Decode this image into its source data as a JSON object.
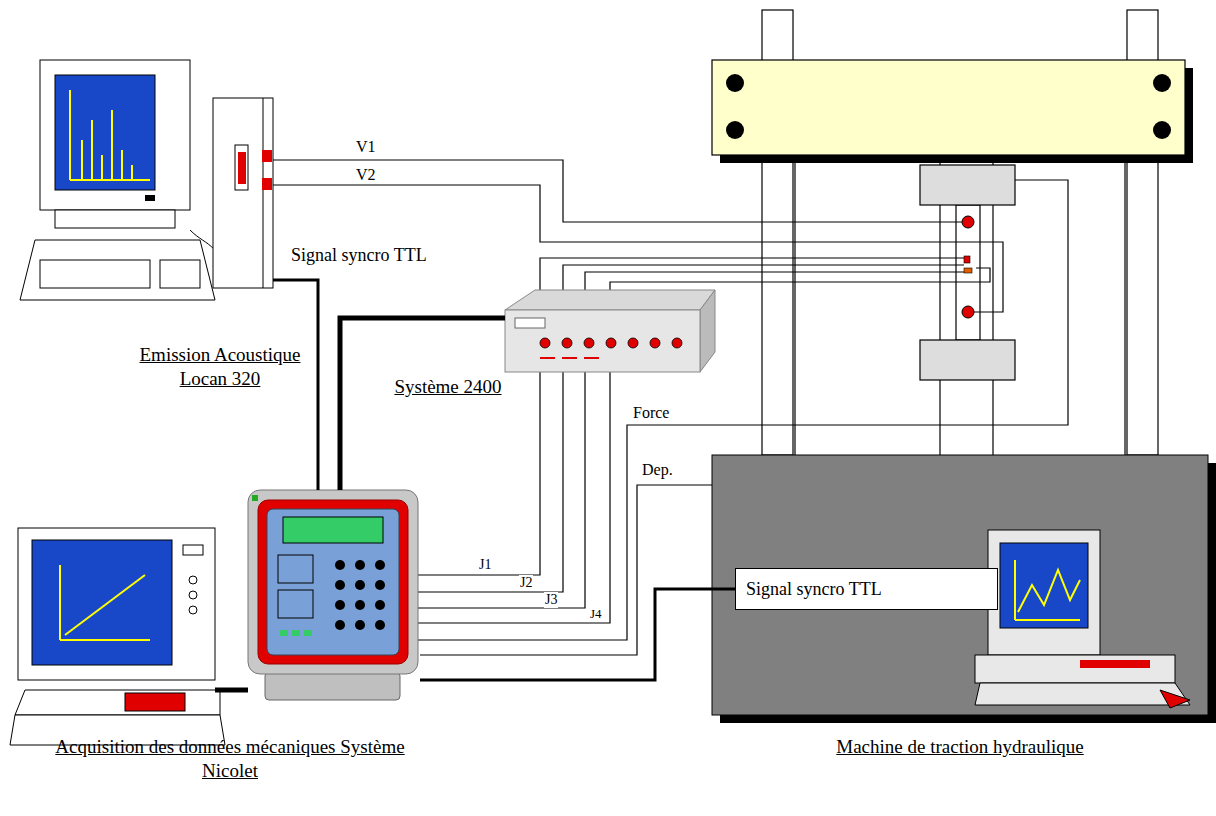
{
  "diagram": {
    "nodes": [
      {
        "text": [
          "Emission Acoustique Locan 320"
        ]
      },
      {
        "text": [
          "Système 2400"
        ]
      },
      {
        "text": [
          "Acquisition des données mécaniques Système Nicolet"
        ]
      },
      {
        "text": [
          "Machine de traction hydraulique"
        ]
      },
      {
        "text": [
          "Signal syncro TTL"
        ],
        "in": 3
      }
    ],
    "edges": [
      {
        "from": 0,
        "to": 2,
        "label": "Signal syncro TTL",
        "arrow": "none"
      },
      {
        "from": 2,
        "to": 1,
        "arrow": "none"
      },
      {
        "from": 2,
        "to": 3,
        "label": "Dep.",
        "arrow": "none"
      },
      {
        "from": 2,
        "to": 4,
        "arrow": "none"
      }
    ],
    "labels": [
      "V1",
      "V2",
      "Force",
      "J1",
      "J2",
      "J3",
      "J4"
    ]
  }
}
